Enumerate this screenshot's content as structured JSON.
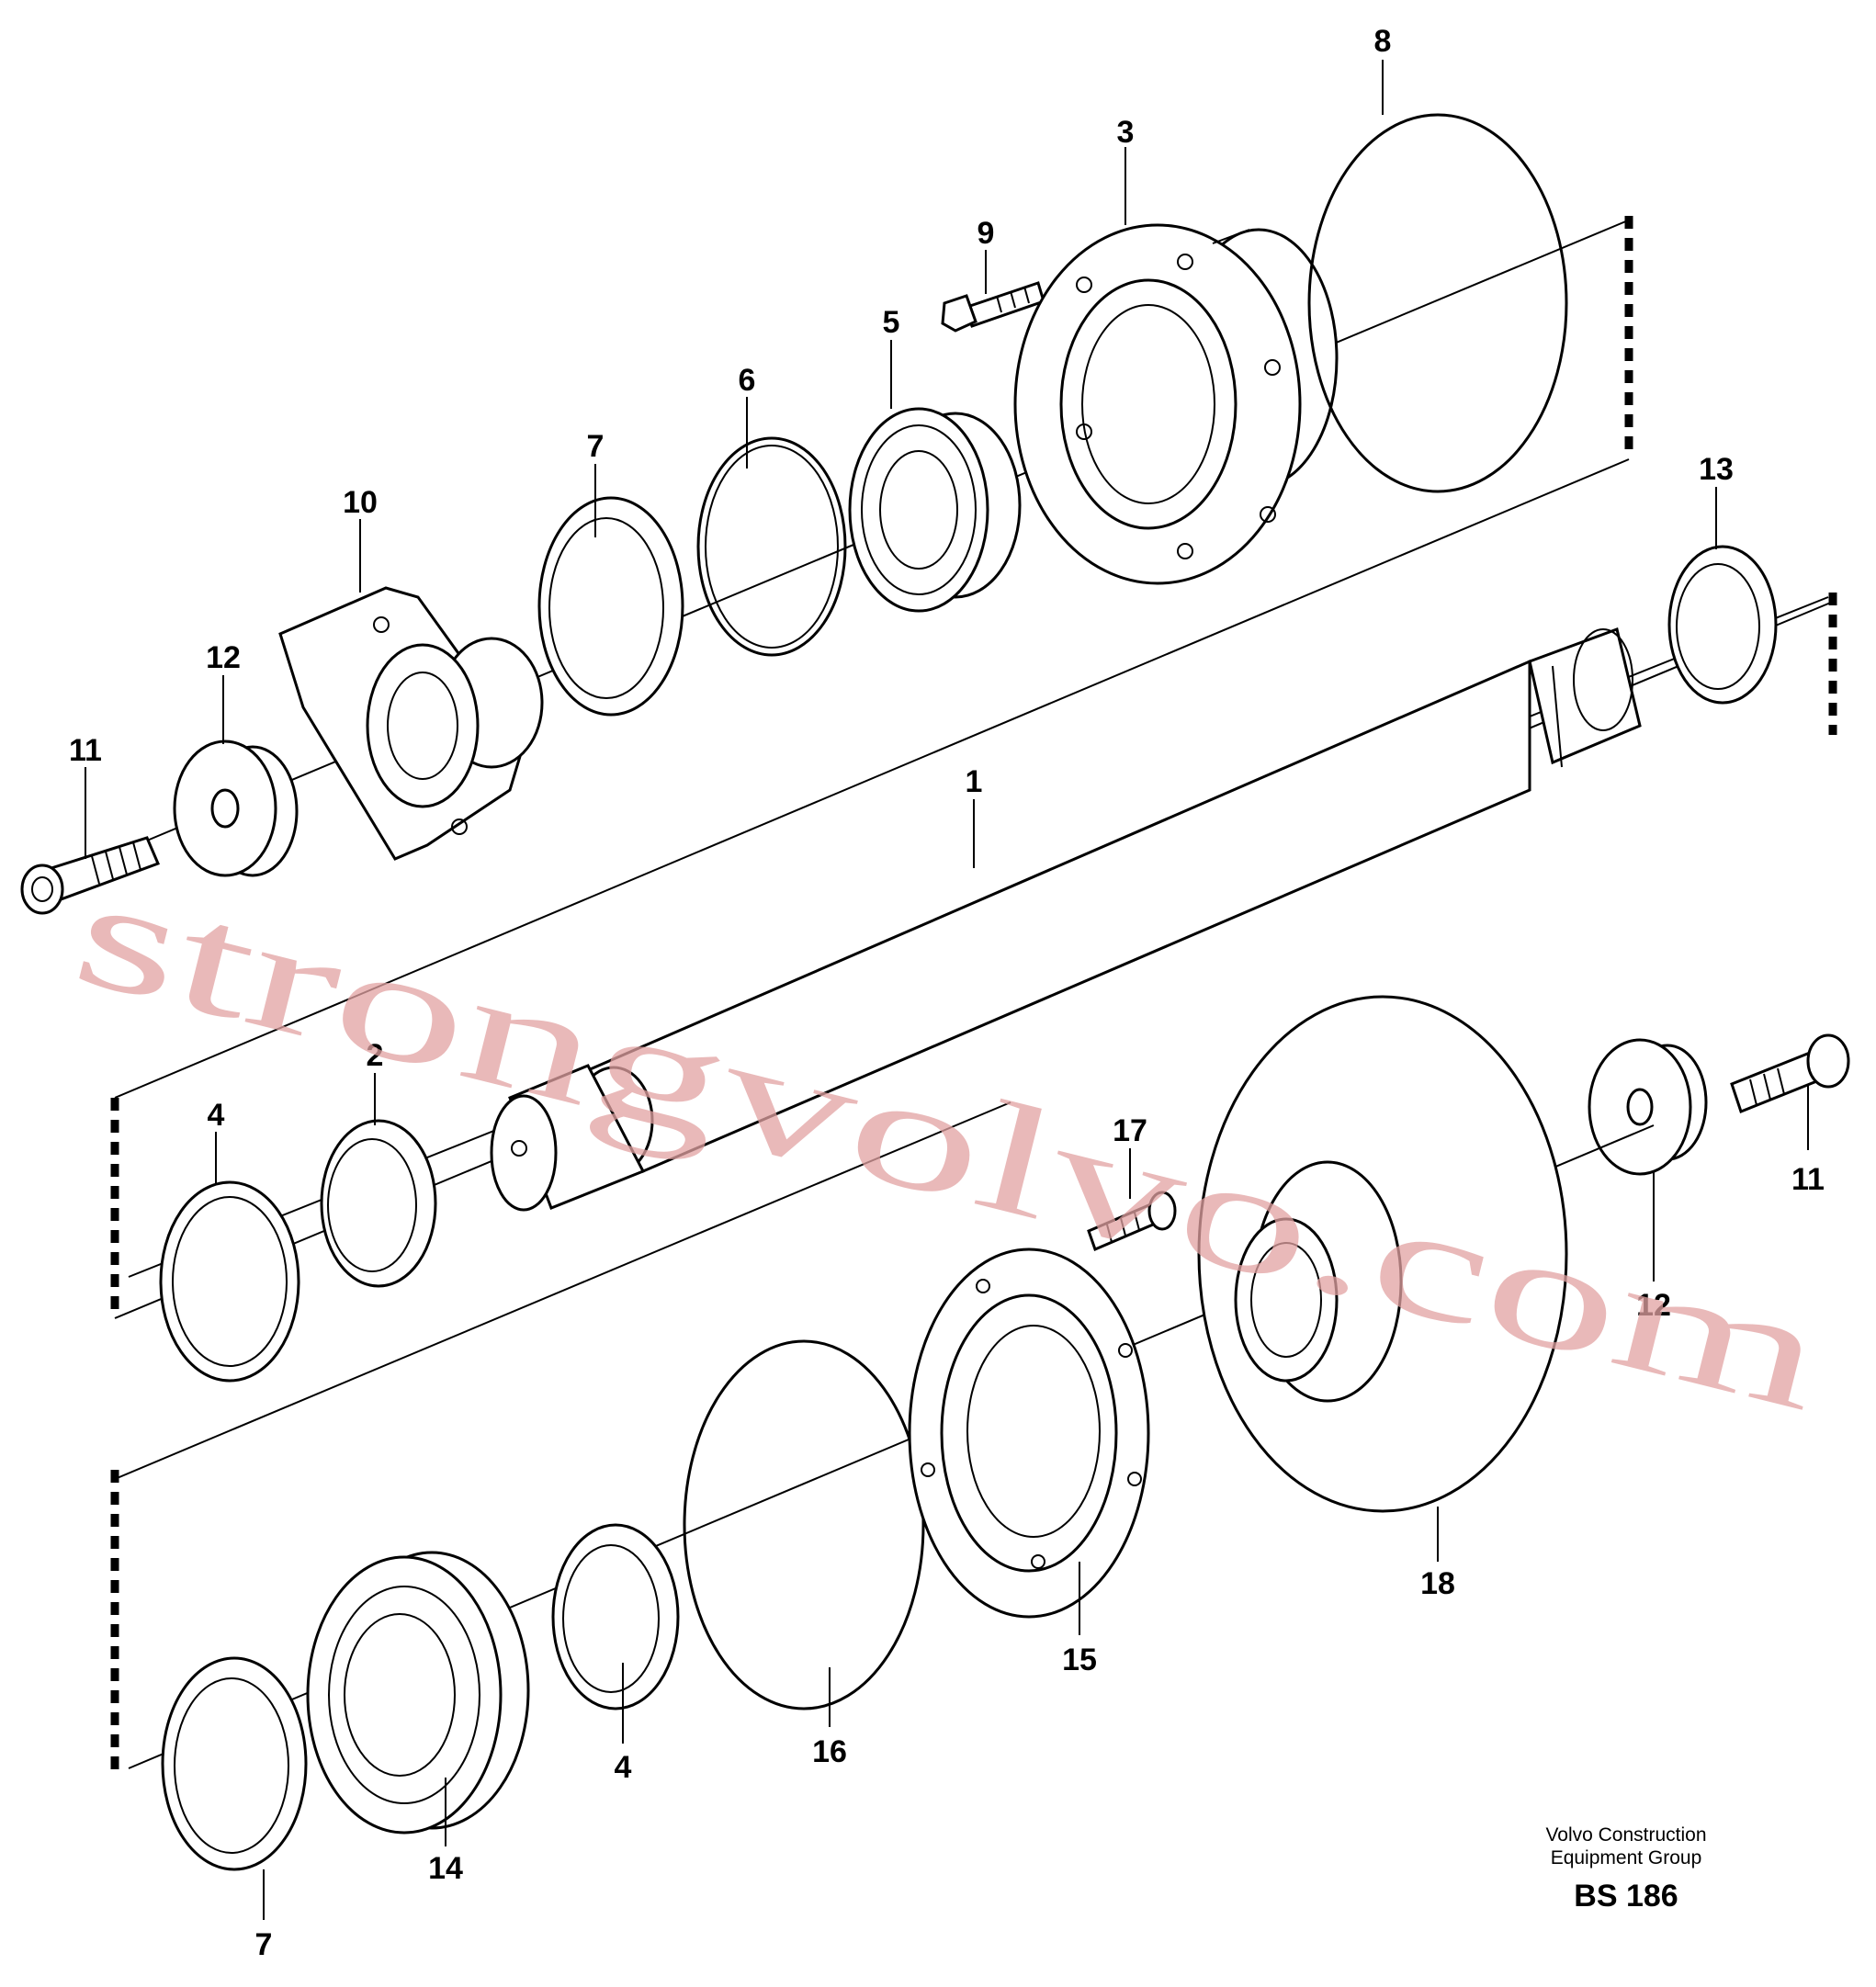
{
  "callouts": [
    {
      "id": "1",
      "label": "1"
    },
    {
      "id": "2",
      "label": "2"
    },
    {
      "id": "3",
      "label": "3"
    },
    {
      "id": "4a",
      "label": "4"
    },
    {
      "id": "4b",
      "label": "4"
    },
    {
      "id": "5",
      "label": "5"
    },
    {
      "id": "6",
      "label": "6"
    },
    {
      "id": "7a",
      "label": "7"
    },
    {
      "id": "7b",
      "label": "7"
    },
    {
      "id": "8",
      "label": "8"
    },
    {
      "id": "9",
      "label": "9"
    },
    {
      "id": "10",
      "label": "10"
    },
    {
      "id": "11a",
      "label": "11"
    },
    {
      "id": "11b",
      "label": "11"
    },
    {
      "id": "12a",
      "label": "12"
    },
    {
      "id": "12b",
      "label": "12"
    },
    {
      "id": "13",
      "label": "13"
    },
    {
      "id": "14",
      "label": "14"
    },
    {
      "id": "15",
      "label": "15"
    },
    {
      "id": "16",
      "label": "16"
    },
    {
      "id": "17",
      "label": "17"
    },
    {
      "id": "18",
      "label": "18"
    }
  ],
  "footer": {
    "org_line1": "Volvo Construction",
    "org_line2": "Equipment Group",
    "drawing_code": "BS 186"
  },
  "watermark": "strongvolvo.com"
}
